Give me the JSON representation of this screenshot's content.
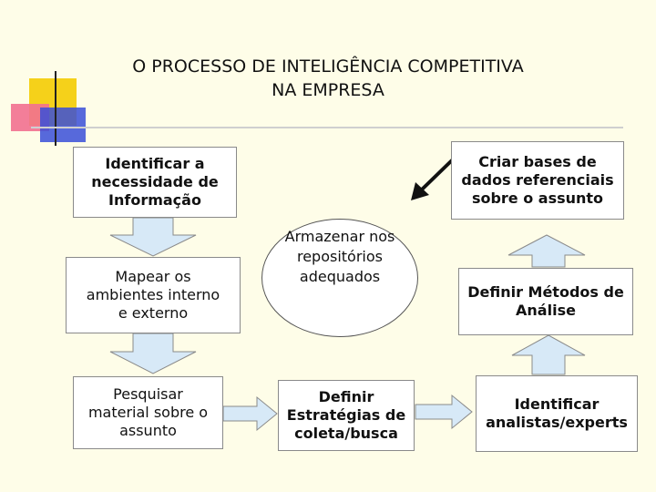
{
  "title": {
    "line1": "O PROCESSO DE INTELIGÊNCIA COMPETITIVA",
    "line2": "NA EMPRESA"
  },
  "boxes": {
    "identificar": [
      "Identificar a",
      "necessidade de",
      "Informação"
    ],
    "mapear": [
      "Mapear os",
      "ambientes interno",
      "e externo"
    ],
    "pesquisar": [
      "Pesquisar",
      "material sobre o",
      "assunto"
    ],
    "armazenar": [
      "Armazenar nos",
      "repositórios",
      "adequados"
    ],
    "estrategias": [
      "Definir",
      "Estratégias de",
      "coleta/busca"
    ],
    "criar": [
      "Criar bases de",
      "dados referenciais",
      "sobre o assunto"
    ],
    "metodos": [
      "Definir Métodos de",
      "Análise"
    ],
    "analistas": [
      "Identificar",
      "analistas/experts"
    ]
  },
  "colors": {
    "arrow_fill": "#d7e9f7",
    "arrow_stroke": "#8a8a8a",
    "deco_yellow": "#f5d11a",
    "deco_red": "#f0507a",
    "deco_blue": "#3a4fd8",
    "line": "#c8c8c8"
  }
}
